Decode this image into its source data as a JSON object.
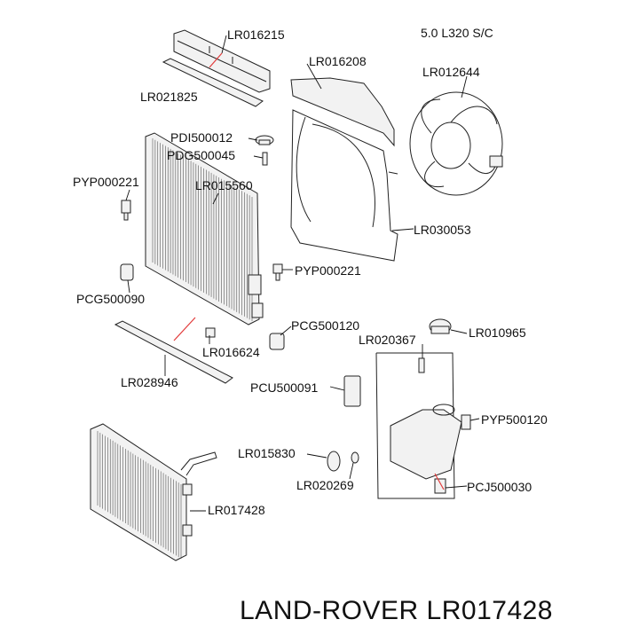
{
  "header": {
    "model_note": "5.0 L320 S/C"
  },
  "footer": {
    "brand_part": "LAND-ROVER LR017428"
  },
  "labels": [
    {
      "id": "lr016215",
      "text": "LR016215"
    },
    {
      "id": "lr021825",
      "text": "LR021825"
    },
    {
      "id": "lr016208",
      "text": "LR016208"
    },
    {
      "id": "lr012644",
      "text": "LR012644"
    },
    {
      "id": "pdi500012",
      "text": "PDI500012"
    },
    {
      "id": "pdg500045",
      "text": "PDG500045"
    },
    {
      "id": "pyp000221a",
      "text": "PYP000221"
    },
    {
      "id": "lr015560",
      "text": "LR015560"
    },
    {
      "id": "lr030053",
      "text": "LR030053"
    },
    {
      "id": "pyp000221b",
      "text": "PYP000221"
    },
    {
      "id": "pcg500090",
      "text": "PCG500090"
    },
    {
      "id": "pcg500120",
      "text": "PCG500120"
    },
    {
      "id": "lr020367",
      "text": "LR020367"
    },
    {
      "id": "lr010965",
      "text": "LR010965"
    },
    {
      "id": "lr016624",
      "text": "LR016624"
    },
    {
      "id": "lr028946",
      "text": "LR028946"
    },
    {
      "id": "pcu500091",
      "text": "PCU500091"
    },
    {
      "id": "pyp500120",
      "text": "PYP500120"
    },
    {
      "id": "lr015830",
      "text": "LR015830"
    },
    {
      "id": "lr020269",
      "text": "LR020269"
    },
    {
      "id": "pcj500030",
      "text": "PCJ500030"
    },
    {
      "id": "lr017428",
      "text": "LR017428"
    }
  ]
}
